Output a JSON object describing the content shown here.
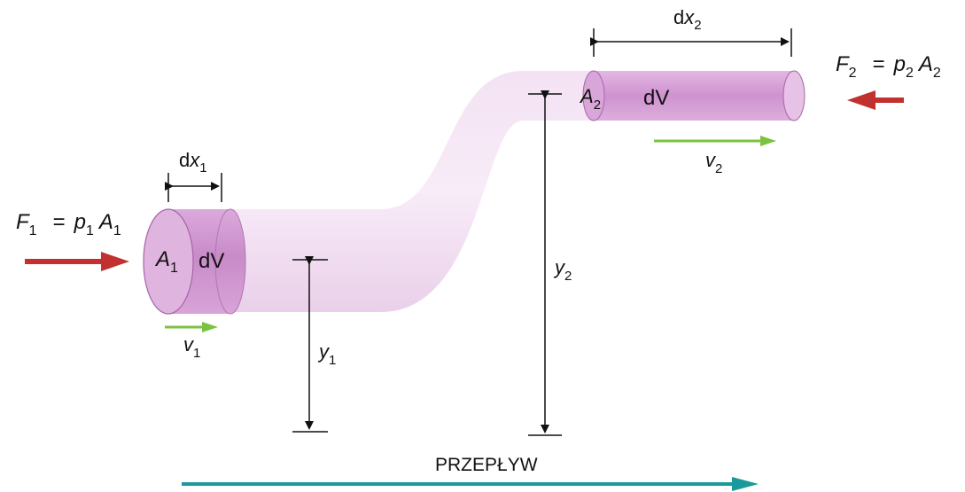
{
  "left": {
    "dx_label": {
      "base": "d",
      "var": "x",
      "sub": "1"
    },
    "force_label": {
      "F": "F",
      "F_sub": "1",
      "eq": "=",
      "p": "p",
      "p_sub": "1",
      "A": "A",
      "A_sub": "1"
    },
    "area_label": {
      "var": "A",
      "sub": "1"
    },
    "volume_label": {
      "text": "dV"
    },
    "velocity_label": {
      "var": "v",
      "sub": "1"
    },
    "height_label": {
      "var": "y",
      "sub": "1"
    }
  },
  "right": {
    "dx_label": {
      "base": "d",
      "var": "x",
      "sub": "2"
    },
    "force_label": {
      "F": "F",
      "F_sub": "2",
      "eq": "=",
      "p": "p",
      "p_sub": "2",
      "A": "A",
      "A_sub": "2"
    },
    "area_label": {
      "var": "A",
      "sub": "2"
    },
    "volume_label": {
      "text": "dV"
    },
    "velocity_label": {
      "var": "v",
      "sub": "2"
    },
    "height_label": {
      "var": "y",
      "sub": "2"
    }
  },
  "flow_label": "PRZEPŁYW",
  "colors": {
    "pipe_light": "#efd6ef",
    "pipe_mid": "#d9a6d9",
    "cylinder": "#c989c9",
    "force_arrow": "#c0312f",
    "velocity_arrow": "#7cc242",
    "flow_arrow": "#1a9a9a"
  }
}
